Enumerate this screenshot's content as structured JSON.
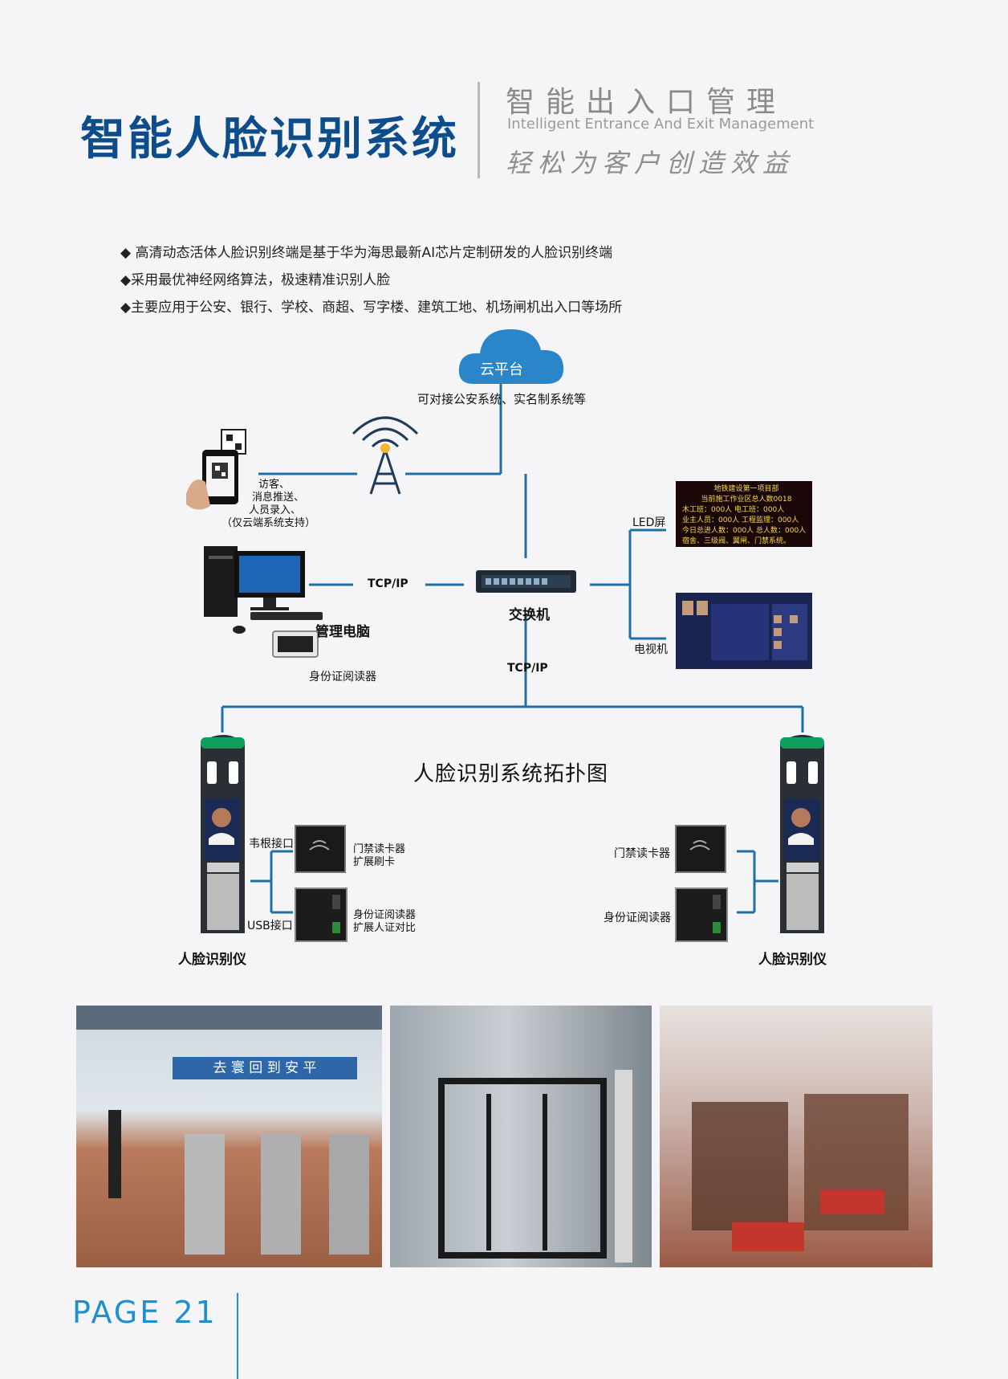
{
  "header": {
    "title": "智能人脸识别系统",
    "subtitle_cn": "智能出入口管理",
    "subtitle_en": "Intelligent Entrance And Exit Management",
    "slogan": "轻松为客户创造效益"
  },
  "bullets": [
    "◆ 高清动态活体人脸识别终端是基于华为海思最新AI芯片定制研发的人脸识别终端",
    "◆采用最优神经网络算法，极速精准识别人脸",
    "◆主要应用于公安、银行、学校、商超、写字楼、建筑工地、机场闸机出入口等场所"
  ],
  "diagram": {
    "title": "人脸识别系统拓扑图",
    "cloud_label": "云平台",
    "cloud_caption": "可对接公安系统、实名制系统等",
    "phone_caption": [
      "访客、",
      "消息推送、",
      "人员录入、",
      "（仅云端系统支持）"
    ],
    "tcp_ip_left": "TCP/IP",
    "tcp_ip_bottom": "TCP/IP",
    "switch_label": "交换机",
    "pc_label": "管理电脑",
    "id_reader_label": "身份证阅读器",
    "led_label": "LED屏",
    "tv_label": "电视机",
    "led_screen": {
      "lines": [
        "地铁建设第一项目部",
        "当前施工作业区总人数0018",
        "木工班：000人   电工班：000人",
        "业主人员：000人   工程监理：000人",
        "今日总进人数：000人   总人数：000人",
        "宿舍、三级阀、翼闸、门禁系统。"
      ]
    },
    "left_device": {
      "label": "人脸识别仪",
      "wiegand_label": "韦根接口",
      "usb_label": "USB接口",
      "card_reader": [
        "门禁读卡器",
        "扩展刷卡"
      ],
      "id_reader": [
        "身份证阅读器",
        "扩展人证对比"
      ]
    },
    "right_device": {
      "label": "人脸识别仪",
      "card_reader": "门禁读卡器",
      "id_reader": "身份证阅读器"
    }
  },
  "photos": {
    "photo1_sign": "去 寰 回 到 安 平"
  },
  "footer": {
    "page_label": "PAGE 21"
  },
  "colors": {
    "title": "#0d4d8c",
    "line": "#1f6fa8",
    "page_label": "#1f8fd0"
  }
}
